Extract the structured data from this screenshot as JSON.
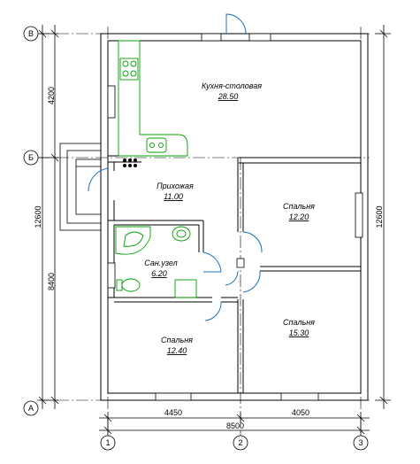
{
  "rooms": {
    "kitchen": {
      "name": "Кухня-столовая",
      "area": "28.50"
    },
    "hall": {
      "name": "Прихожая",
      "area": "11.00"
    },
    "bathroom": {
      "name": "Сан.узел",
      "area": "6.20"
    },
    "bedroom_right_top": {
      "name": "Спальня",
      "area": "12.20"
    },
    "bedroom_right_bottom": {
      "name": "Спальня",
      "area": "15.30"
    },
    "bedroom_left": {
      "name": "Спальня",
      "area": "12.40"
    }
  },
  "axes": {
    "row_top": "В",
    "row_mid": "Б",
    "row_bottom": "А",
    "col_1": "1",
    "col_2": "2",
    "col_3": "3"
  },
  "dimensions": {
    "left_upper": "4200",
    "left_total": "12600",
    "left_lower": "8400",
    "right_total": "12600",
    "bottom_left": "4450",
    "bottom_right": "4050",
    "bottom_total": "8500"
  },
  "colors": {
    "wall": "#000000",
    "fixture": "#00a000",
    "door": "#1e73be",
    "line": "#000000"
  }
}
